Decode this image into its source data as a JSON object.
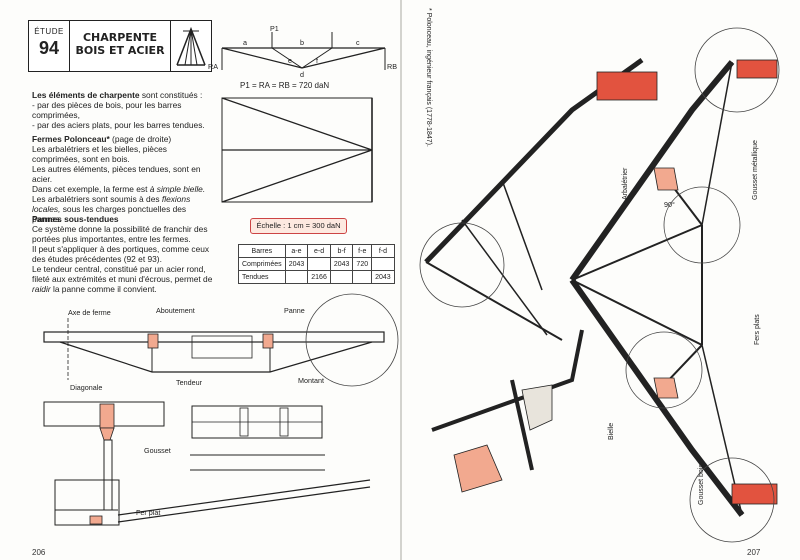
{
  "header": {
    "etude_label": "ÉTUDE",
    "etude_number": "94",
    "title_line1": "CHARPENTE",
    "title_line2": "BOIS ET ACIER"
  },
  "text": {
    "p1_bold": "Les éléments de charpente",
    "p1_rest": " sont constitués :",
    "p1_item1": "- par des pièces de bois, pour les barres comprimées,",
    "p1_item2": "- par des aciers plats, pour les barres tendues.",
    "s2_title": "Fermes Polonceau*",
    "s2_note": " (page de droite)",
    "s2_p1": "Les arbalétriers et les bielles, pièces comprimées, sont en bois.",
    "s2_p2": "Les autres éléments, pièces tendues, sont en acier.",
    "s2_p3a": "Dans cet exemple, la ferme est ",
    "s2_p3b": "à simple bielle.",
    "s2_p4a": "Les arbalétriers sont soumis à des ",
    "s2_p4b": "flexions locales,",
    "s2_p4c": " sous les charges ponctuelles des pannes.",
    "s3_title": "Pannes sous-tendues",
    "s3_p1": "Ce système donne la possibilité de franchir des portées plus importantes, entre les fermes.",
    "s3_p2": "Il peut s'appliquer à des portiques, comme ceux des études précédentes (92 et 93).",
    "s3_p3a": "Le tendeur central, constitué par un acier rond, fileté aux extrémités et muni d'écrous, permet de ",
    "s3_p3b": "raidir",
    "s3_p3c": " la panne comme il convient."
  },
  "diagram_top": {
    "labels": {
      "a": "a",
      "b": "b",
      "c": "c",
      "d": "d",
      "e": "e",
      "f": "f",
      "p1": "P1",
      "ra": "RA",
      "rb": "RB"
    },
    "formula": "P1 = RA = RB = 720 daN",
    "scale": "Échelle : 1 cm = 300 daN"
  },
  "table": {
    "headers": [
      "Barres",
      "a-e",
      "e-d",
      "b-f",
      "f-e",
      "f-d"
    ],
    "rows": [
      {
        "label": "Comprimées",
        "cells": [
          "2043",
          "",
          "2043",
          "720",
          ""
        ]
      },
      {
        "label": "Tendues",
        "cells": [
          "",
          "2166",
          "",
          "",
          "2043"
        ]
      }
    ]
  },
  "purlin_labels": {
    "axe": "Axe de ferme",
    "aboutement": "Aboutement",
    "panne": "Panne",
    "diagonale": "Diagonale",
    "tendeur": "Tendeur",
    "montant": "Montant",
    "gousset": "Gousset",
    "fer_plat": "Fer plat"
  },
  "right_page": {
    "footnote": "* Polonceau, ingénieur français (1778-1847).",
    "arbaletrier": "Arbalétrier",
    "gousset_metallique": "Gousset métallique",
    "fers_plats": "Fers plats",
    "bielle": "Bielle",
    "gousset_bois": "Gousset bois",
    "angle": "90°"
  },
  "folios": {
    "left": "206",
    "right": "207"
  },
  "colors": {
    "accent": "#e2533f",
    "gusset": "#f2a98f",
    "line": "#222222"
  }
}
